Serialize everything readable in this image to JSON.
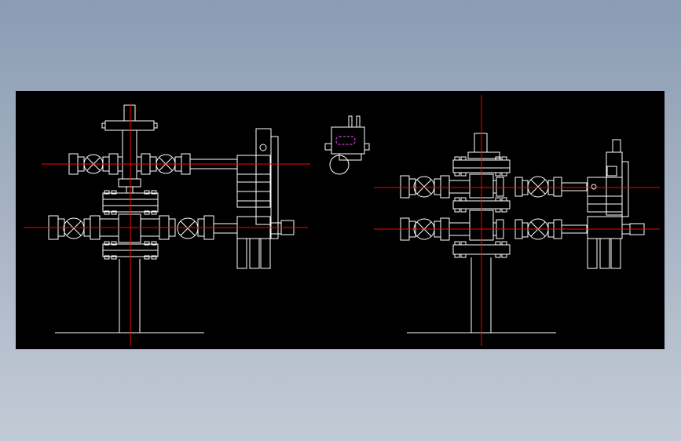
{
  "colors": {
    "canvas_bg": "#000000",
    "line_white": "#ffffff",
    "centerline_red": "#ff0000",
    "dashed_magenta": "#d23cd2"
  },
  "drawing": {
    "views": [
      {
        "name": "left-elevation"
      },
      {
        "name": "top-detail"
      },
      {
        "name": "right-elevation"
      }
    ]
  }
}
